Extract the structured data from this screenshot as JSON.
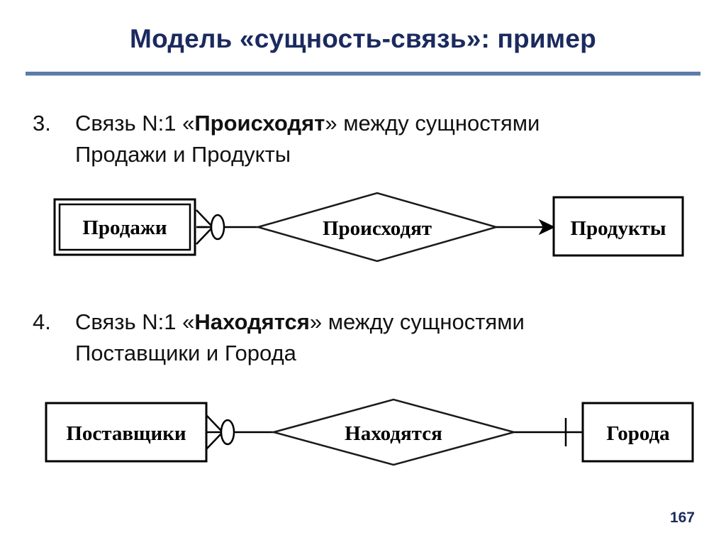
{
  "slide": {
    "title": "Модель «сущность-связь»: пример",
    "page_number": "167",
    "title_color": "#1b2a5e",
    "rule_color": "#5b7ba8"
  },
  "bullets": [
    {
      "number": "3.",
      "line1_pre": "Связь N:1 «",
      "line1_bold": "Происходят",
      "line1_post": "» между сущностями",
      "line2": "Продажи и Продукты"
    },
    {
      "number": "4.",
      "line1_pre": "Связь N:1 «",
      "line1_bold": "Находятся",
      "line1_post": "» между сущностями",
      "line2": "Поставщики и Города"
    }
  ],
  "diagrams": [
    {
      "id": "diagram-1",
      "left_entity": "Продажи",
      "left_entity_style": "double-border",
      "left_connector": "crows-foot-optional",
      "relationship": "Происходят",
      "relationship_shape": "diamond",
      "right_entity": "Продукты",
      "right_entity_style": "single-border",
      "right_connector": "arrow",
      "cardinality": "N:1"
    },
    {
      "id": "diagram-2",
      "left_entity": "Поставщики",
      "left_entity_style": "single-border",
      "left_connector": "crows-foot-optional",
      "relationship": "Находятся",
      "relationship_shape": "diamond",
      "right_entity": "Города",
      "right_entity_style": "single-border",
      "right_connector": "one-tick",
      "cardinality": "N:1"
    }
  ]
}
